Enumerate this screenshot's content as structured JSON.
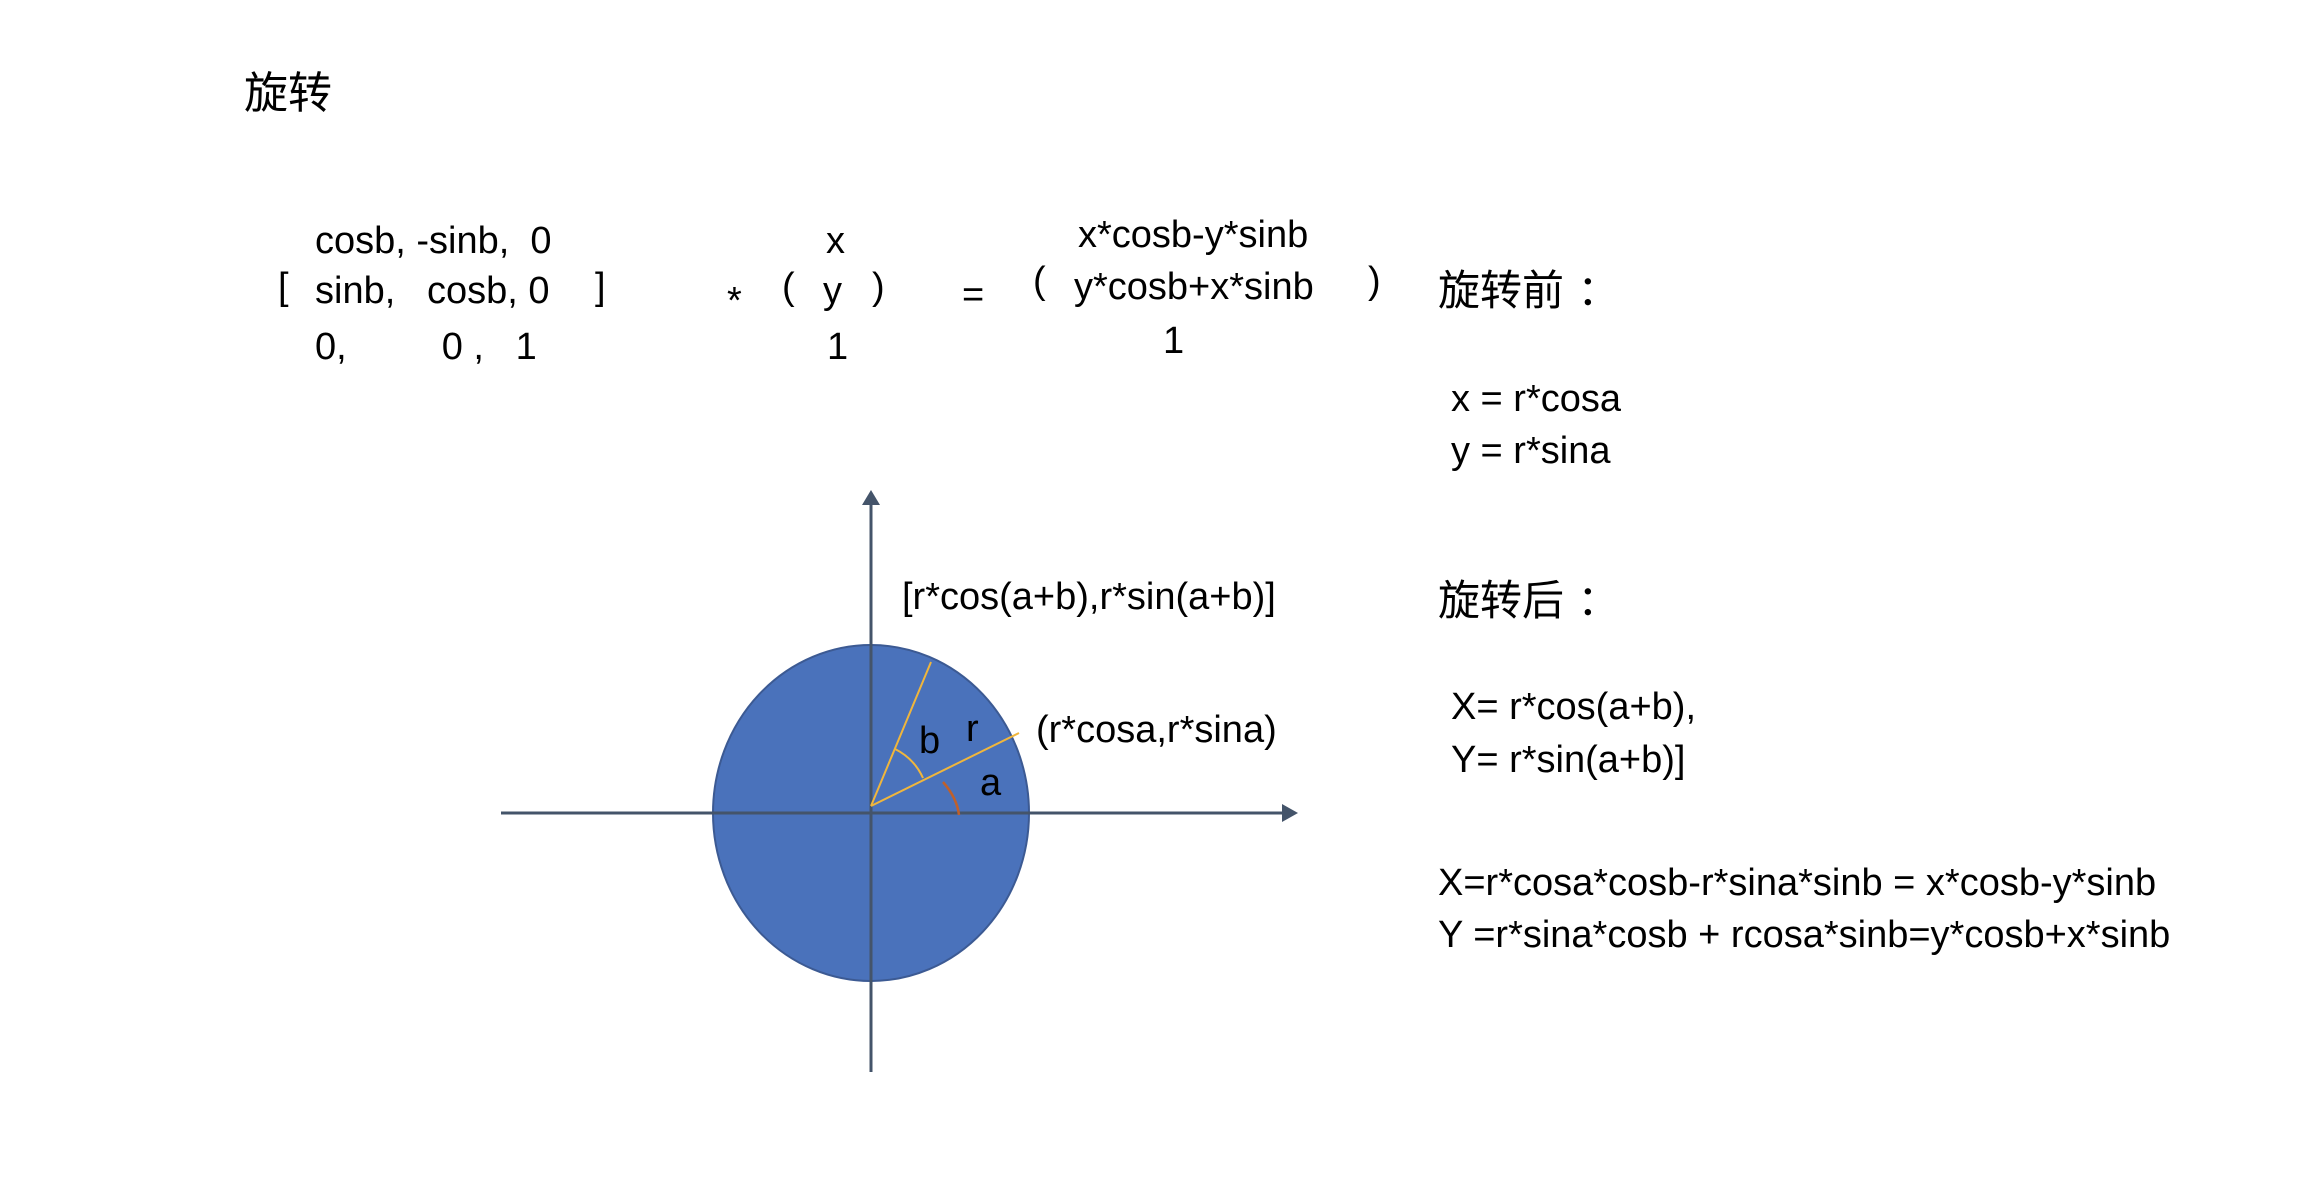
{
  "title": "旋转",
  "matrix": {
    "rows": [
      "cosb, -sinb,  0",
      "sinb,   cosb, 0",
      "0,         0 ,   1"
    ],
    "open_bracket": "[",
    "close_bracket": "]"
  },
  "operator_multiply": "*",
  "vector": {
    "rows": [
      "x",
      "y",
      "1"
    ],
    "open_paren": "(",
    "close_paren": ")"
  },
  "operator_equals": "=",
  "result": {
    "rows": [
      "x*cosb-y*sinb",
      "y*cosb+x*sinb",
      "1"
    ],
    "open_paren": "(",
    "close_paren": ")"
  },
  "before": {
    "heading": "旋转前 ：",
    "lines": [
      "x = r*cosa",
      "y = r*sina"
    ]
  },
  "after": {
    "heading": "旋转后 ：",
    "lines": [
      "X= r*cos(a+b),",
      "Y= r*sin(a+b)]"
    ]
  },
  "derivation": {
    "lines": [
      "X=r*cosa*cosb-r*sina*sinb = x*cosb-y*sinb",
      "Y =r*sina*cosb + rcosa*sinb=y*cosb+x*sinb"
    ]
  },
  "diagram": {
    "label_rotated_point": "[r*cos(a+b),r*sin(a+b)]",
    "label_original_point": "(r*cosa,r*sina)",
    "label_angle_b": "b",
    "label_radius": "r",
    "label_angle_a": "a",
    "colors": {
      "circle_fill": "#4a72bb",
      "circle_stroke": "#3c5a93",
      "axis": "#44546a",
      "ray": "#f0b63c",
      "arc_a": "#c0602a"
    }
  }
}
